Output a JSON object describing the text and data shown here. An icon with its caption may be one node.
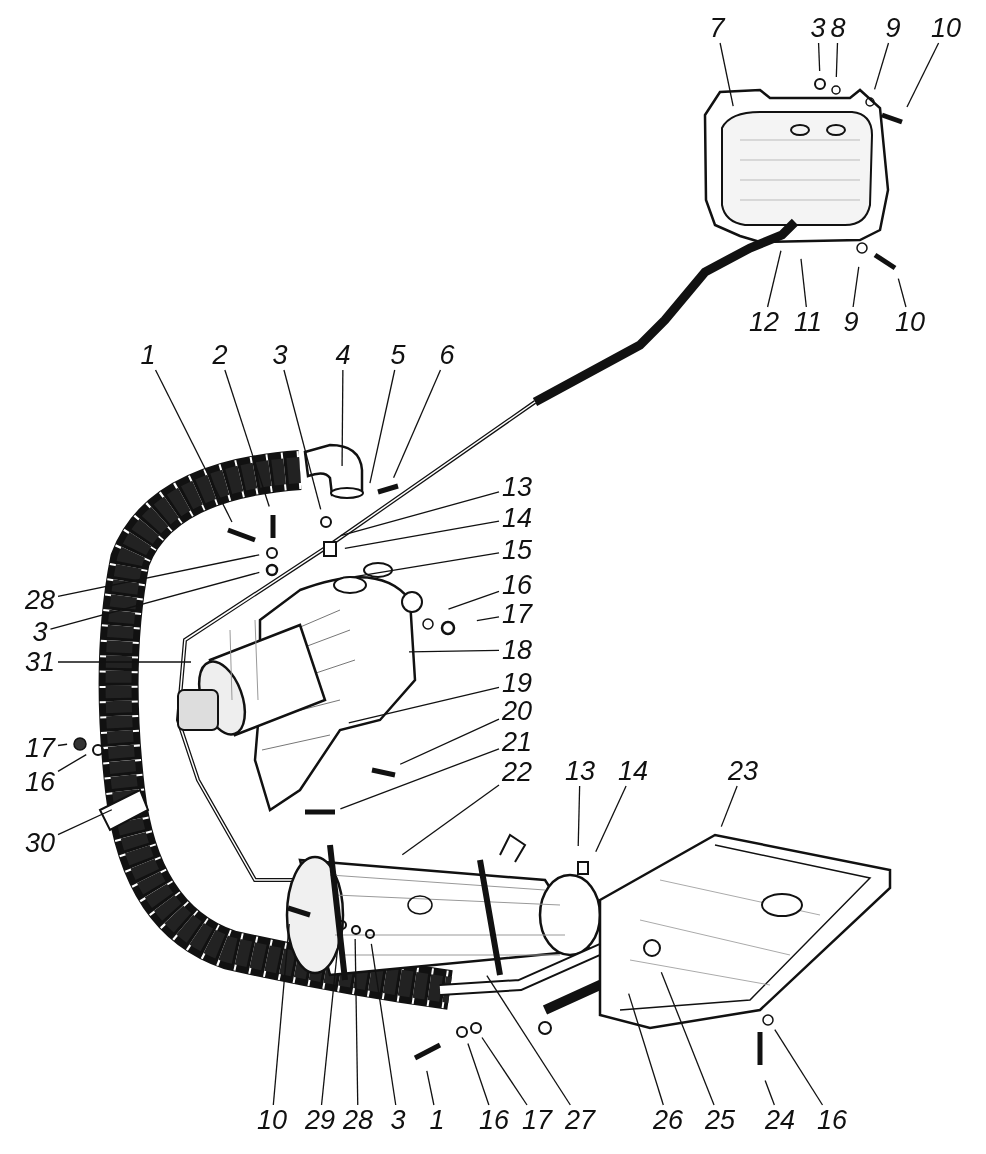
{
  "diagram": {
    "nodes": [
      {
        "text": [
          "7"
        ]
      },
      {
        "text": [
          "3"
        ]
      },
      {
        "text": [
          "8"
        ]
      },
      {
        "text": [
          "9"
        ]
      },
      {
        "text": [
          "10"
        ]
      },
      {
        "text": [
          "12"
        ]
      },
      {
        "text": [
          "11"
        ]
      },
      {
        "text": [
          "9"
        ]
      },
      {
        "text": [
          "10"
        ]
      },
      {
        "text": [
          "1"
        ]
      },
      {
        "text": [
          "2"
        ]
      },
      {
        "text": [
          "3"
        ]
      },
      {
        "text": [
          "4"
        ]
      },
      {
        "text": [
          "5"
        ]
      },
      {
        "text": [
          "6"
        ]
      },
      {
        "text": [
          "13"
        ]
      },
      {
        "text": [
          "14"
        ]
      },
      {
        "text": [
          "15"
        ]
      },
      {
        "text": [
          "16"
        ]
      },
      {
        "text": [
          "17"
        ]
      },
      {
        "text": [
          "28"
        ]
      },
      {
        "text": [
          "3"
        ]
      },
      {
        "text": [
          "31"
        ]
      },
      {
        "text": [
          "18"
        ]
      },
      {
        "text": [
          "19"
        ]
      },
      {
        "text": [
          "20"
        ]
      },
      {
        "text": [
          "21"
        ]
      },
      {
        "text": [
          "22"
        ]
      },
      {
        "text": [
          "17"
        ]
      },
      {
        "text": [
          "16"
        ]
      },
      {
        "text": [
          "30"
        ]
      },
      {
        "text": [
          "13"
        ]
      },
      {
        "text": [
          "14"
        ]
      },
      {
        "text": [
          "23"
        ]
      },
      {
        "text": [
          "10"
        ]
      },
      {
        "text": [
          "29"
        ]
      },
      {
        "text": [
          "28"
        ]
      },
      {
        "text": [
          "3"
        ]
      },
      {
        "text": [
          "1"
        ]
      },
      {
        "text": [
          "16"
        ]
      },
      {
        "text": [
          "17"
        ]
      },
      {
        "text": [
          "27"
        ]
      },
      {
        "text": [
          "26"
        ]
      },
      {
        "text": [
          "25"
        ]
      },
      {
        "text": [
          "24"
        ]
      },
      {
        "text": [
          "16"
        ]
      }
    ],
    "edges": [
      {
        "from": 0,
        "to": null,
        "arrow": "none"
      },
      {
        "from": 1,
        "to": null,
        "arrow": "none"
      },
      {
        "from": 2,
        "to": null,
        "arrow": "none"
      },
      {
        "from": 3,
        "to": null,
        "arrow": "none"
      },
      {
        "from": 4,
        "to": null,
        "arrow": "none"
      },
      {
        "from": 5,
        "to": null,
        "arrow": "none"
      },
      {
        "from": 6,
        "to": null,
        "arrow": "none"
      },
      {
        "from": 7,
        "to": null,
        "arrow": "none"
      },
      {
        "from": 8,
        "to": null,
        "arrow": "none"
      },
      {
        "from": 9,
        "to": null,
        "arrow": "none"
      },
      {
        "from": 10,
        "to": null,
        "arrow": "none"
      },
      {
        "from": 11,
        "to": null,
        "arrow": "none"
      },
      {
        "from": 12,
        "to": null,
        "arrow": "none"
      },
      {
        "from": 13,
        "to": null,
        "arrow": "none"
      },
      {
        "from": 14,
        "to": null,
        "arrow": "none"
      },
      {
        "from": 15,
        "to": null,
        "arrow": "none"
      },
      {
        "from": 16,
        "to": null,
        "arrow": "none"
      },
      {
        "from": 17,
        "to": null,
        "arrow": "none"
      },
      {
        "from": 18,
        "to": null,
        "arrow": "none"
      },
      {
        "from": 19,
        "to": null,
        "arrow": "none"
      },
      {
        "from": 20,
        "to": null,
        "arrow": "none"
      },
      {
        "from": 21,
        "to": null,
        "arrow": "none"
      },
      {
        "from": 22,
        "to": null,
        "arrow": "none"
      },
      {
        "from": 23,
        "to": null,
        "arrow": "none"
      },
      {
        "from": 24,
        "to": null,
        "arrow": "none"
      },
      {
        "from": 25,
        "to": null,
        "arrow": "none"
      },
      {
        "from": 26,
        "to": null,
        "arrow": "none"
      },
      {
        "from": 27,
        "to": null,
        "arrow": "none"
      },
      {
        "from": 28,
        "to": null,
        "arrow": "none"
      },
      {
        "from": 29,
        "to": null,
        "arrow": "none"
      },
      {
        "from": 30,
        "to": null,
        "arrow": "none"
      },
      {
        "from": 31,
        "to": null,
        "arrow": "none"
      },
      {
        "from": 32,
        "to": null,
        "arrow": "none"
      },
      {
        "from": 33,
        "to": null,
        "arrow": "none"
      },
      {
        "from": 34,
        "to": null,
        "arrow": "none"
      },
      {
        "from": 35,
        "to": null,
        "arrow": "none"
      },
      {
        "from": 36,
        "to": null,
        "arrow": "none"
      },
      {
        "from": 37,
        "to": null,
        "arrow": "none"
      },
      {
        "from": 38,
        "to": null,
        "arrow": "none"
      },
      {
        "from": 39,
        "to": null,
        "arrow": "none"
      },
      {
        "from": 40,
        "to": null,
        "arrow": "none"
      },
      {
        "from": 41,
        "to": null,
        "arrow": "none"
      },
      {
        "from": 42,
        "to": null,
        "arrow": "none"
      },
      {
        "from": 43,
        "to": null,
        "arrow": "none"
      },
      {
        "from": 44,
        "to": null,
        "arrow": "none"
      },
      {
        "from": 45,
        "to": null,
        "arrow": "none"
      }
    ]
  }
}
